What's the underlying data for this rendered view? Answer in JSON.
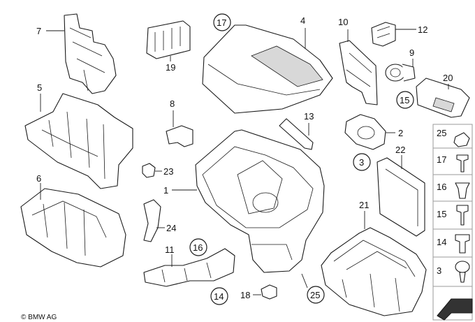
{
  "diagram": {
    "callouts": {
      "c1": "1",
      "c2": "2",
      "c3": "3",
      "c4": "4",
      "c5": "5",
      "c6": "6",
      "c7": "7",
      "c8": "8",
      "c9": "9",
      "c10": "10",
      "c11": "11",
      "c12": "12",
      "c13": "13",
      "c14": "14",
      "c15": "15",
      "c16": "16",
      "c17": "17",
      "c18": "18",
      "c19": "19",
      "c20": "20",
      "c21": "21",
      "c22": "22",
      "c23": "23",
      "c24": "24",
      "c25": "25"
    },
    "legend": {
      "items": [
        "25",
        "17",
        "16",
        "15",
        "14",
        "3"
      ]
    },
    "copyright": "© BMW AG"
  }
}
